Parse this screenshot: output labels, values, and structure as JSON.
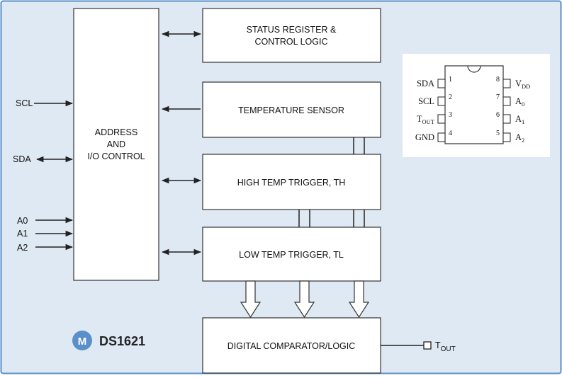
{
  "colors": {
    "background": "#dfe9f3",
    "border": "#5b8fc9",
    "logo_bg": "#5b8fc9"
  },
  "blocks": {
    "address": {
      "line1": "ADDRESS",
      "line2": "AND",
      "line3": "I/O CONTROL"
    },
    "status": {
      "line1": "STATUS REGISTER &",
      "line2": "CONTROL LOGIC"
    },
    "temp_sensor": "TEMPERATURE SENSOR",
    "high_trigger": "HIGH TEMP TRIGGER, TH",
    "low_trigger": "LOW TEMP TRIGGER, TL",
    "comparator": "DIGITAL COMPARATOR/LOGIC"
  },
  "signals": {
    "scl": "SCL",
    "sda": "SDA",
    "a0": "A0",
    "a1": "A1",
    "a2": "A2",
    "tout_main": "T",
    "tout_sub": "OUT"
  },
  "logo": {
    "mark": "icon",
    "part": "DS1621"
  },
  "package": {
    "left_pins": [
      {
        "num": "1",
        "name": "SDA",
        "sub": ""
      },
      {
        "num": "2",
        "name": "SCL",
        "sub": ""
      },
      {
        "num": "3",
        "name": "T",
        "sub": "OUT"
      },
      {
        "num": "4",
        "name": "GND",
        "sub": ""
      }
    ],
    "right_pins": [
      {
        "num": "8",
        "name": "V",
        "sub": "DD"
      },
      {
        "num": "7",
        "name": "A",
        "sub": "0"
      },
      {
        "num": "6",
        "name": "A",
        "sub": "1"
      },
      {
        "num": "5",
        "name": "A",
        "sub": "2"
      }
    ]
  }
}
